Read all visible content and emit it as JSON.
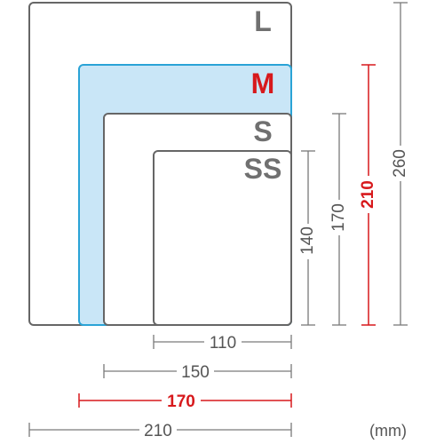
{
  "sizes": [
    {
      "label": "L",
      "width": "210",
      "height": "260"
    },
    {
      "label": "M",
      "width": "170",
      "height": "210"
    },
    {
      "label": "S",
      "width": "150",
      "height": "170"
    },
    {
      "label": "SS",
      "width": "110",
      "height": "140"
    }
  ],
  "unit": "(mm)",
  "colors": {
    "outline": "#666666",
    "highlight_border": "#2aa3d6",
    "highlight_fill": "#c9e6f7",
    "size_label": "#707070",
    "highlight_label": "#d7191c",
    "dimension_line": "#7a7a7a",
    "dimension_text": "#555555",
    "highlight_dimension": "#d7191c"
  }
}
